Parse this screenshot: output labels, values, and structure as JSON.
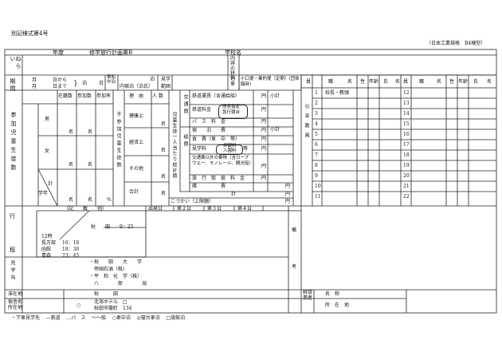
{
  "header": {
    "form_no": "別記様式第4号",
    "standard": "（日本工業規格　B4横型）",
    "year": "年度",
    "plan_title": "修学旅行計画書B",
    "school_name": "学校名"
  },
  "aim": {
    "label": "ねらい",
    "features": "内容の特色"
  },
  "period": {
    "label": "期間",
    "month1": "月",
    "day_from": "日から",
    "month2": "月",
    "day_to": "日まで",
    "haku": "泊",
    "nichi": "日",
    "ship": "車船中泊",
    "inner_lodging": "内宿泊（泊氏）",
    "haku2": "泊",
    "kengaku": "見学",
    "hanni": "範囲"
  },
  "participants": {
    "label": "参加児童生徒数",
    "cols": [
      "在籍数",
      "参加数",
      "参加率"
    ],
    "male": "男",
    "female": "女",
    "total": "計",
    "grade": "学年",
    "mei": "名",
    "pct": "%",
    "nonparticipants": "不参加児童生徒数",
    "reason": "理　由",
    "people": "人 数",
    "health": "健康上",
    "economy": "経済上",
    "other": "その他",
    "sum": "合計"
  },
  "costs": {
    "per_student": "児童生徒一人当たり総計費",
    "transport_label": "交通費",
    "expense_label": "経費",
    "rail_fare": "鉄道運賃（含通給船）",
    "rail_fee": "鉄道料金",
    "reserved": "座席指定",
    "express": "急行寝台",
    "bus": "バ　ス　料　金",
    "subtotal": "小計",
    "lodging": "宿　　泊　　費",
    "meals": "食　費（車　中　等）",
    "sightseeing": "見学料",
    "admission": "拝観料",
    "entry": "入園料",
    "etc": "等",
    "other_transport": "交通費以外の乗物（含ロープウエー、モノレール、観光船）",
    "travel_fee": "旅　行　取　扱　料　金",
    "misc": "雑　　　　　費",
    "total": "計",
    "pocket": "こづかい（上限額）",
    "yen": "円",
    "train_label": "列車",
    "train_header": "小口便・業的便（定期）(団体臨時)"
  },
  "staff": {
    "label": "引率教員",
    "headers": [
      "職",
      "名",
      "性",
      "年齢",
      "氏",
      "名"
    ],
    "rows_left": [
      "1",
      "2",
      "3",
      "4",
      "5",
      "6",
      "7",
      "8",
      "9",
      "10",
      "11"
    ],
    "rows_right": [
      "12",
      "13",
      "14",
      "15",
      "16",
      "17",
      "18",
      "19",
      "20",
      "21",
      "22"
    ],
    "first_entry": "校長・教頭"
  },
  "itinerary": {
    "label_top": "行",
    "label_bottom": "程",
    "example": "（記　　載　　例）",
    "cols": [
      "出発日",
      "第２日",
      "第３日",
      "第４日"
    ],
    "akita": "秋　　田",
    "akita_time": "9：25",
    "time_12": "12時",
    "stops": [
      {
        "name": "長万部",
        "time": "16：10"
      },
      {
        "name": "函館",
        "time": "18：30"
      },
      {
        "name": "青森",
        "time": "23：45"
      }
    ]
  },
  "visits": {
    "label": "見学先",
    "items": [
      "・秋　　田　　大　　学",
      "　帝国石油（株）",
      "・平　和　化　学（株）",
      "　八　　　　郎　　　　潟"
    ]
  },
  "stay": {
    "label": "滞在地",
    "value": "秋　　　田"
  },
  "inn": {
    "label": "宿舎名所在地",
    "name": "北海ホテル　□",
    "address": "秋田市籠町　134",
    "circle": "○"
  },
  "notes": {
    "label": "備考"
  },
  "agency": {
    "label": "斡旋業者",
    "name": "名　称",
    "address": "所　在　地"
  },
  "legend": {
    "items": [
      "・下車見学先",
      "—鉄道",
      "…バ　ス",
      "〜〜船",
      "○車中泊",
      "◎寝台車泊",
      "□旅館泊"
    ]
  }
}
